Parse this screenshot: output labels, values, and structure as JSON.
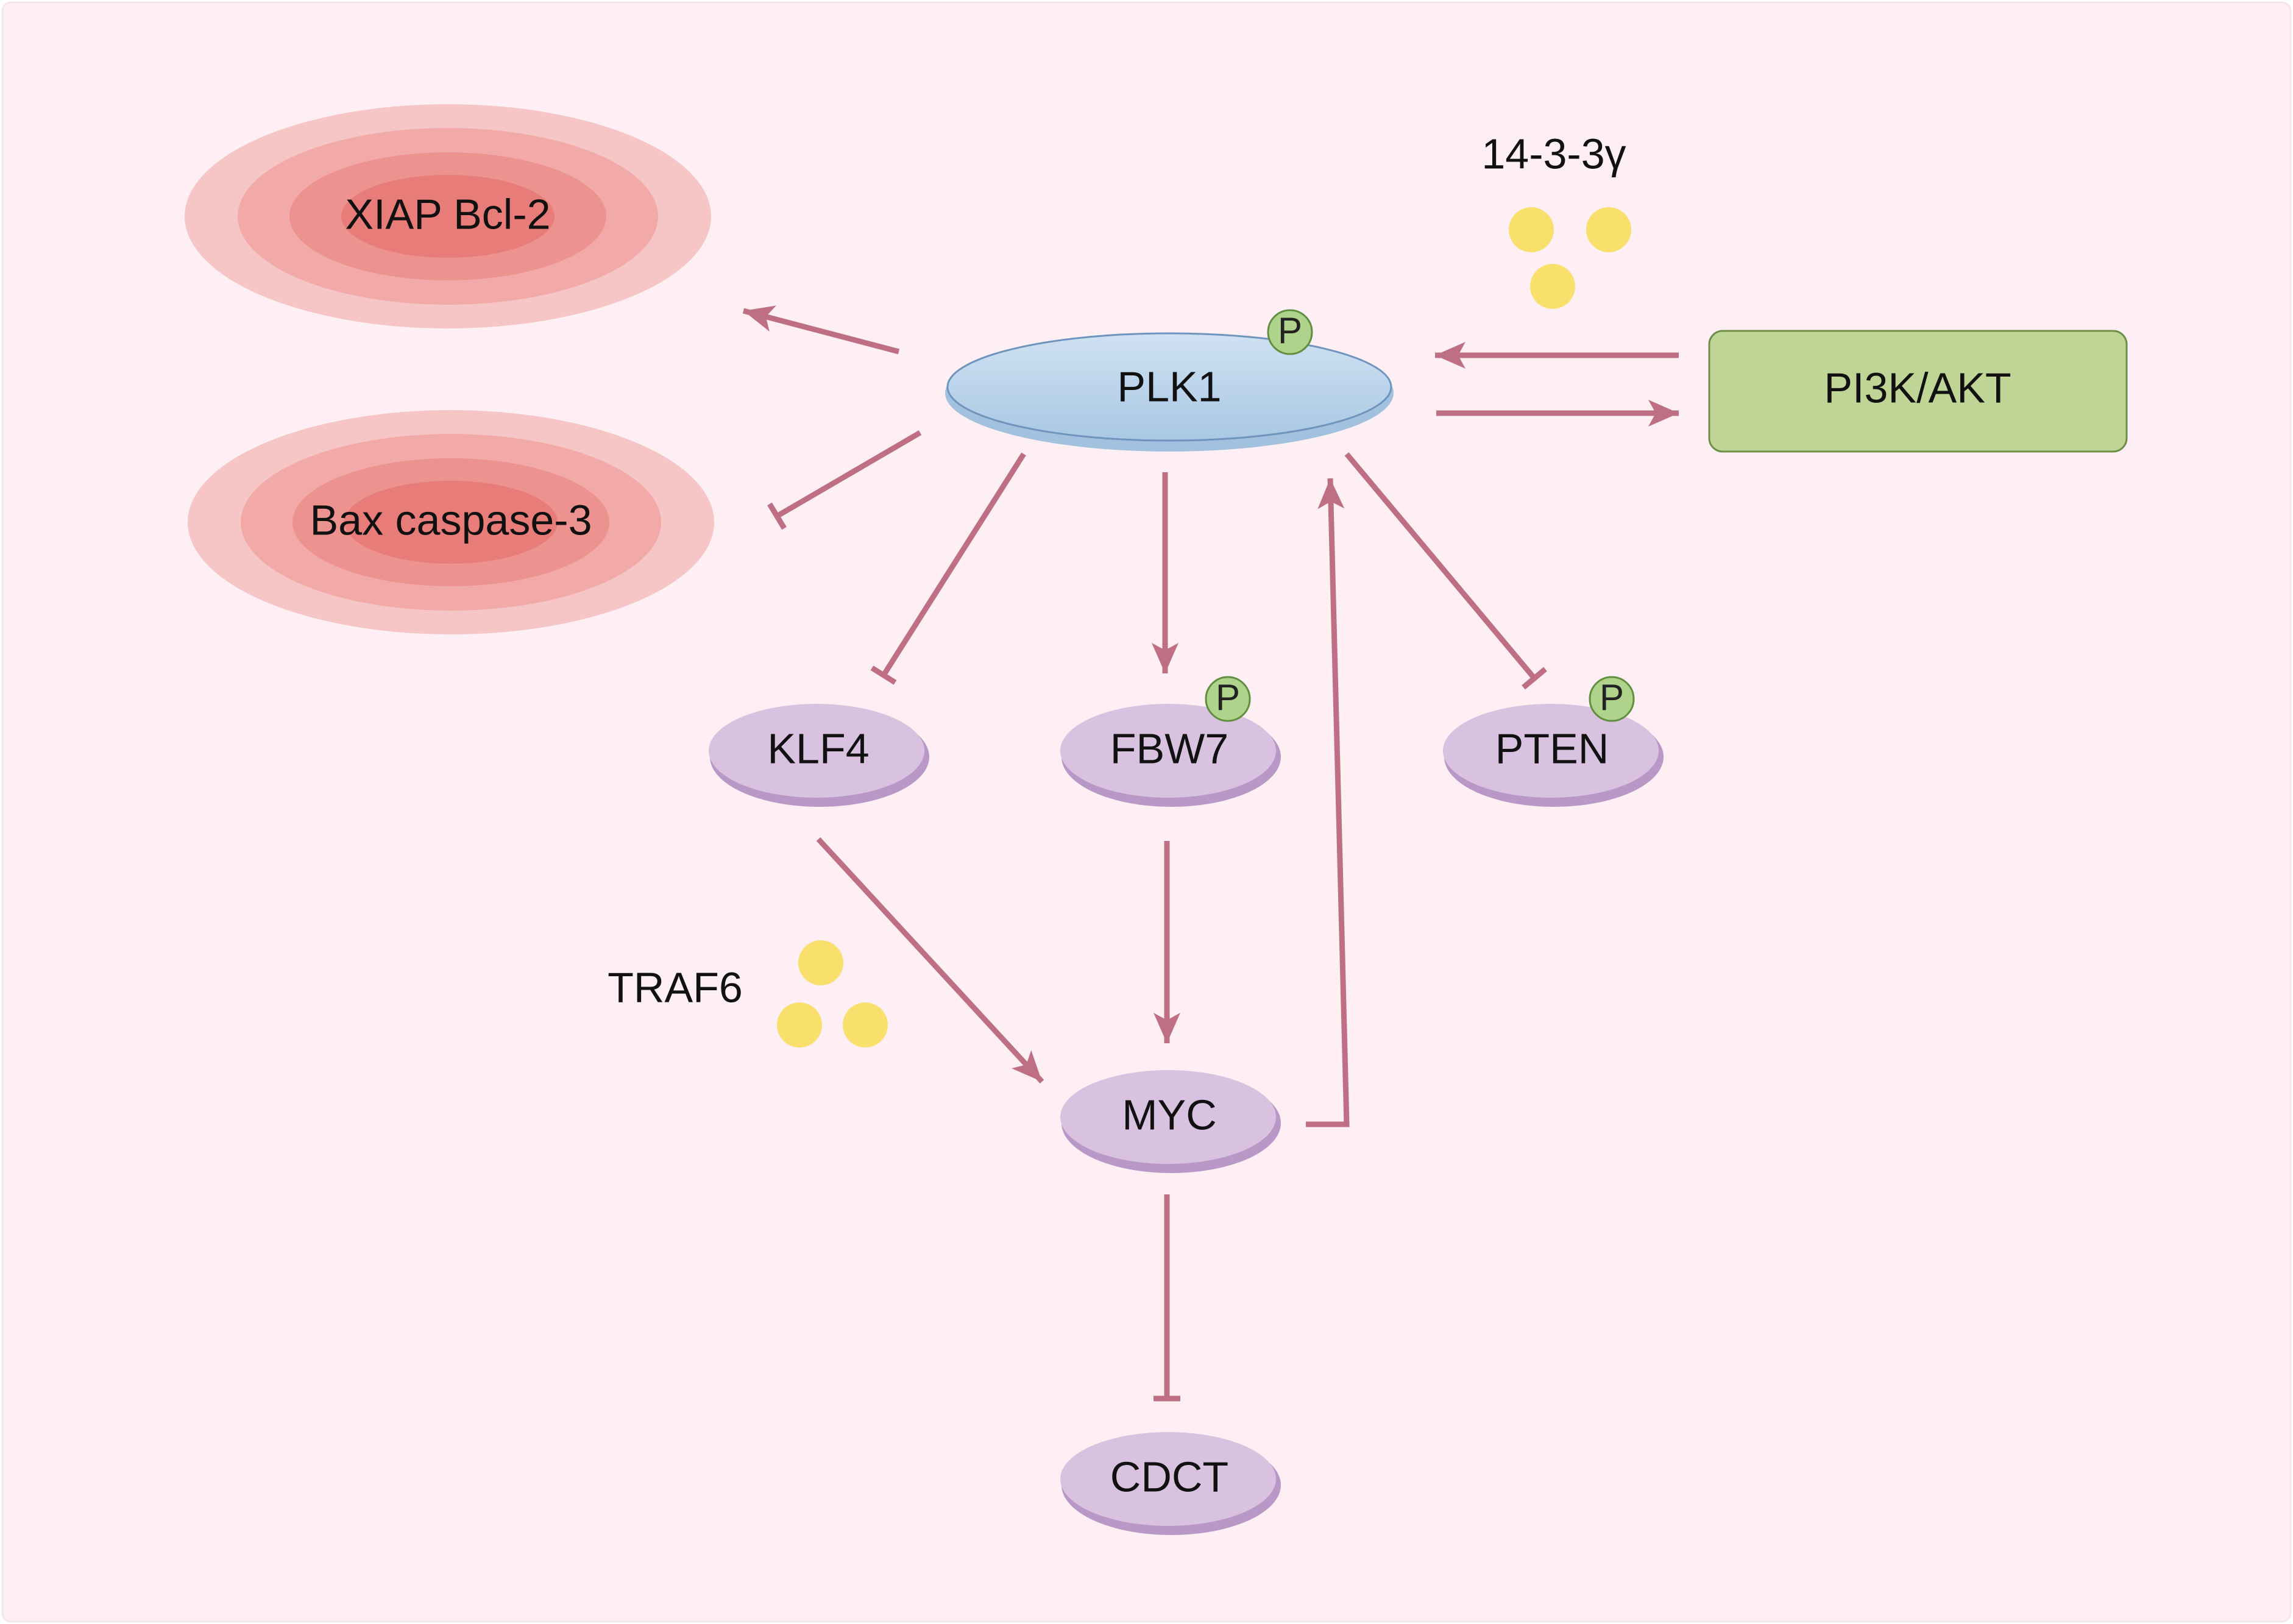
{
  "colors": {
    "background": "#fdeff3",
    "arrow": "#bf6f83",
    "plk1_fill": "#bcd6ec",
    "protein_fill": "#d8c2e0",
    "pi3k_fill": "#bfd596",
    "phospho_fill": "#afd38a",
    "molecule_fill": "#f9df6c",
    "apoptosis_outer": "#f6c6c6",
    "apoptosis_inner": "#e77c78"
  },
  "nodes": {
    "xiap_bcl2": {
      "label": "XIAP Bcl-2",
      "shape": "concentric-ellipse"
    },
    "bax_caspase3": {
      "label": "Bax caspase-3",
      "shape": "concentric-ellipse"
    },
    "plk1": {
      "label": "PLK1",
      "shape": "ellipse",
      "phospho": "P"
    },
    "pi3k_akt": {
      "label": "PI3K/AKT",
      "shape": "rectangle"
    },
    "klf4": {
      "label": "KLF4",
      "shape": "ellipse"
    },
    "fbw7": {
      "label": "FBW7",
      "shape": "ellipse",
      "phospho": "P"
    },
    "pten": {
      "label": "PTEN",
      "shape": "ellipse",
      "phospho": "P"
    },
    "myc": {
      "label": "MYC",
      "shape": "ellipse"
    },
    "cdct": {
      "label": "CDCT",
      "shape": "ellipse"
    }
  },
  "molecules": {
    "ywhag": {
      "label": "14-3-3γ",
      "icon": "three-yellow-dots-icon"
    },
    "traf6": {
      "label": "TRAF6",
      "icon": "three-yellow-dots-icon"
    }
  },
  "edges": [
    {
      "from": "plk1",
      "to": "xiap_bcl2",
      "type": "activation"
    },
    {
      "from": "plk1",
      "to": "bax_caspase3",
      "type": "inhibition"
    },
    {
      "from": "pi3k_akt",
      "to": "plk1",
      "type": "activation"
    },
    {
      "from": "plk1",
      "to": "pi3k_akt",
      "type": "activation"
    },
    {
      "from": "plk1",
      "to": "klf4",
      "type": "inhibition"
    },
    {
      "from": "plk1",
      "to": "fbw7",
      "type": "activation"
    },
    {
      "from": "plk1",
      "to": "pten",
      "type": "inhibition"
    },
    {
      "from": "klf4",
      "to": "myc",
      "type": "activation"
    },
    {
      "from": "fbw7",
      "to": "myc",
      "type": "activation"
    },
    {
      "from": "myc",
      "to": "plk1",
      "type": "activation"
    },
    {
      "from": "myc",
      "to": "cdct",
      "type": "inhibition"
    }
  ]
}
